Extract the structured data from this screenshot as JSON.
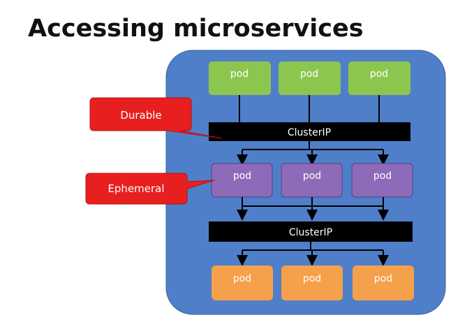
{
  "title": "Accessing microservices",
  "pod_label": "pod",
  "clusterip_label": "ClusterIP",
  "callouts": {
    "durable": "Durable",
    "ephemeral": "Ephemeral"
  },
  "colors": {
    "background_panel": "#4f7fc9",
    "panel_border": "#3a5f98",
    "green_pod": "#8dc64f",
    "purple_pod": "#8e6bb8",
    "orange_pod": "#f5a04a",
    "clusterip_bar": "#000000",
    "callout_red": "#e81f1f",
    "text_white": "#ffffff",
    "title_text": "#111111"
  }
}
